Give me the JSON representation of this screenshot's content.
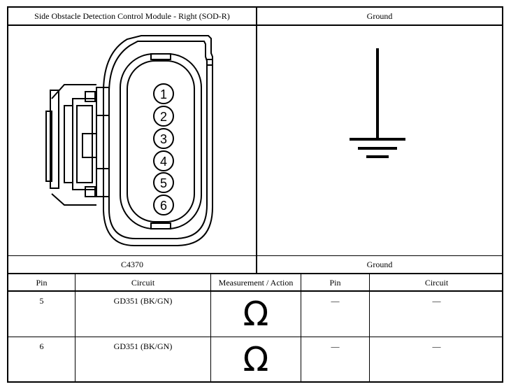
{
  "top_table": {
    "left_header": "Side Obstacle Detection Control Module - Right (SOD-R)",
    "right_header": "Ground",
    "left_caption": "C4370",
    "right_caption": "Ground"
  },
  "connector": {
    "pins": [
      "1",
      "2",
      "3",
      "4",
      "5",
      "6"
    ]
  },
  "ground_symbol": {
    "icon": "ground-icon"
  },
  "pin_table": {
    "columns": [
      "Pin",
      "Circuit",
      "Measurement / Action",
      "Pin",
      "Circuit"
    ],
    "rows": [
      {
        "pin": "5",
        "circuit": "GD351 (BK/GN)",
        "measurement": "Ω",
        "pin2": "—",
        "circuit2": "—"
      },
      {
        "pin": "6",
        "circuit": "GD351 (BK/GN)",
        "measurement": "Ω",
        "pin2": "—",
        "circuit2": "—"
      }
    ]
  }
}
